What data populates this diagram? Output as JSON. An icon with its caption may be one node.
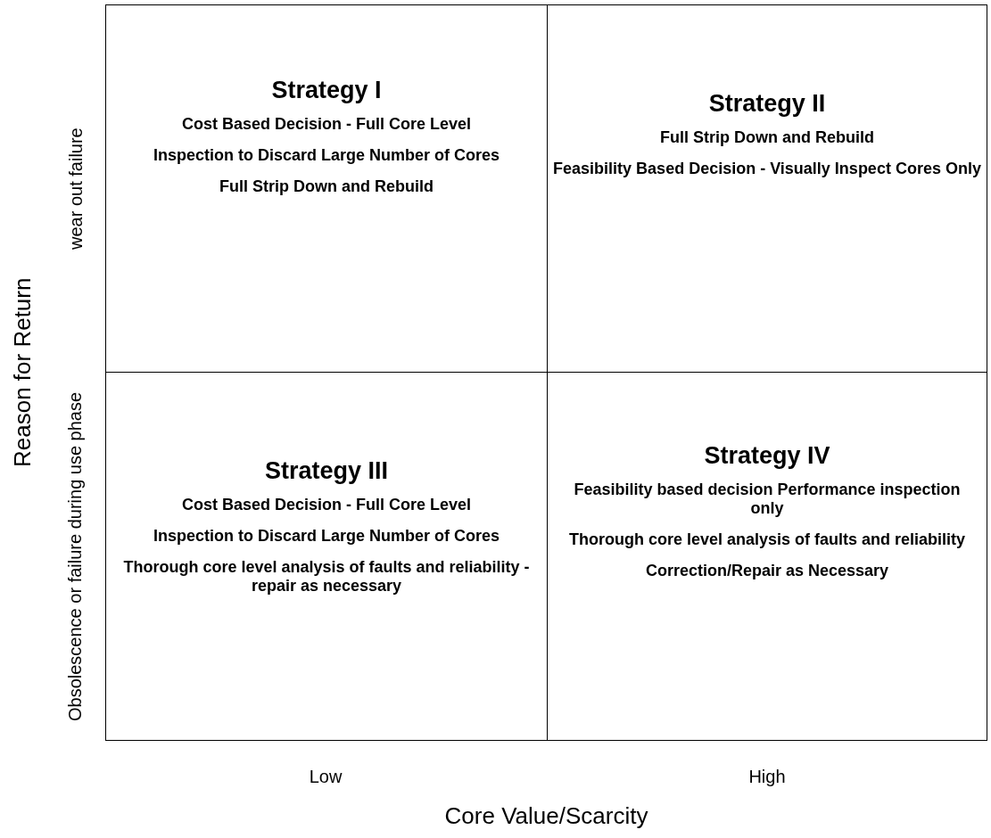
{
  "diagram": {
    "nodes": [
      {
        "text": [
          "Strategy I",
          "Cost Based Decision - Full Core Level",
          "Inspection to Discard Large Number of Cores",
          "Full Strip Down and Rebuild"
        ]
      },
      {
        "text": [
          "Strategy II",
          "Full Strip Down and Rebuild",
          "Feasibility Based Decision - Visually Inspect Cores Only"
        ]
      },
      {
        "text": [
          "Strategy III",
          "Cost Based Decision - Full Core Level",
          "Inspection to Discard Large Number of Cores",
          "Thorough core level analysis of faults and reliability - repair as necessary"
        ]
      },
      {
        "text": [
          "Strategy IV",
          "Feasibility based decision Performance inspection only",
          "Thorough core level analysis of faults and reliability",
          "Correction/Repair as Necessary"
        ]
      }
    ],
    "edges": [],
    "labels": [
      "wear out failure",
      "Obsolescence or failure during use phase",
      "Reason for Return",
      "Low",
      "High",
      "Core Value/Scarcity"
    ]
  }
}
